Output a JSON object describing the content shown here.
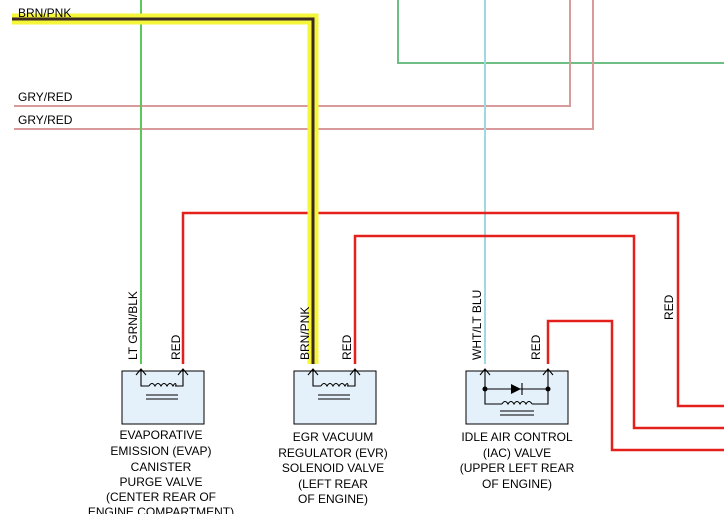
{
  "wires": {
    "brn_pnk_top": "BRN/PNK",
    "gry_red_1": "GRY/RED",
    "gry_red_2": "GRY/RED",
    "red_right": "RED"
  },
  "components": [
    {
      "id": "evap",
      "pins": [
        "LT GRN/BLK",
        "RED"
      ],
      "label_lines": [
        "EVAPORATIVE",
        "EMISSION (EVAP)",
        "CANISTER",
        "PURGE VALVE",
        "(CENTER REAR OF",
        "ENGINE COMPARTMENT)"
      ]
    },
    {
      "id": "evr",
      "pins": [
        "BRN/PNK",
        "RED"
      ],
      "label_lines": [
        "EGR VACUUM",
        "REGULATOR (EVR)",
        "SOLENOID VALVE",
        "(LEFT REAR",
        "OF ENGINE)"
      ]
    },
    {
      "id": "iac",
      "pins": [
        "WHT/LT BLU",
        "RED"
      ],
      "label_lines": [
        "IDLE AIR CONTROL",
        "(IAC) VALVE",
        "(UPPER LEFT REAR",
        "OF ENGINE)"
      ]
    }
  ],
  "colors": {
    "brn_pnk": "#3a2a22",
    "highlight": "#f5f53a",
    "red": "#e3201b",
    "gry_red": "#d89a9a",
    "green": "#5cc85c",
    "lt_blue": "#9fd8df",
    "box_fill": "#e4f1fa"
  }
}
